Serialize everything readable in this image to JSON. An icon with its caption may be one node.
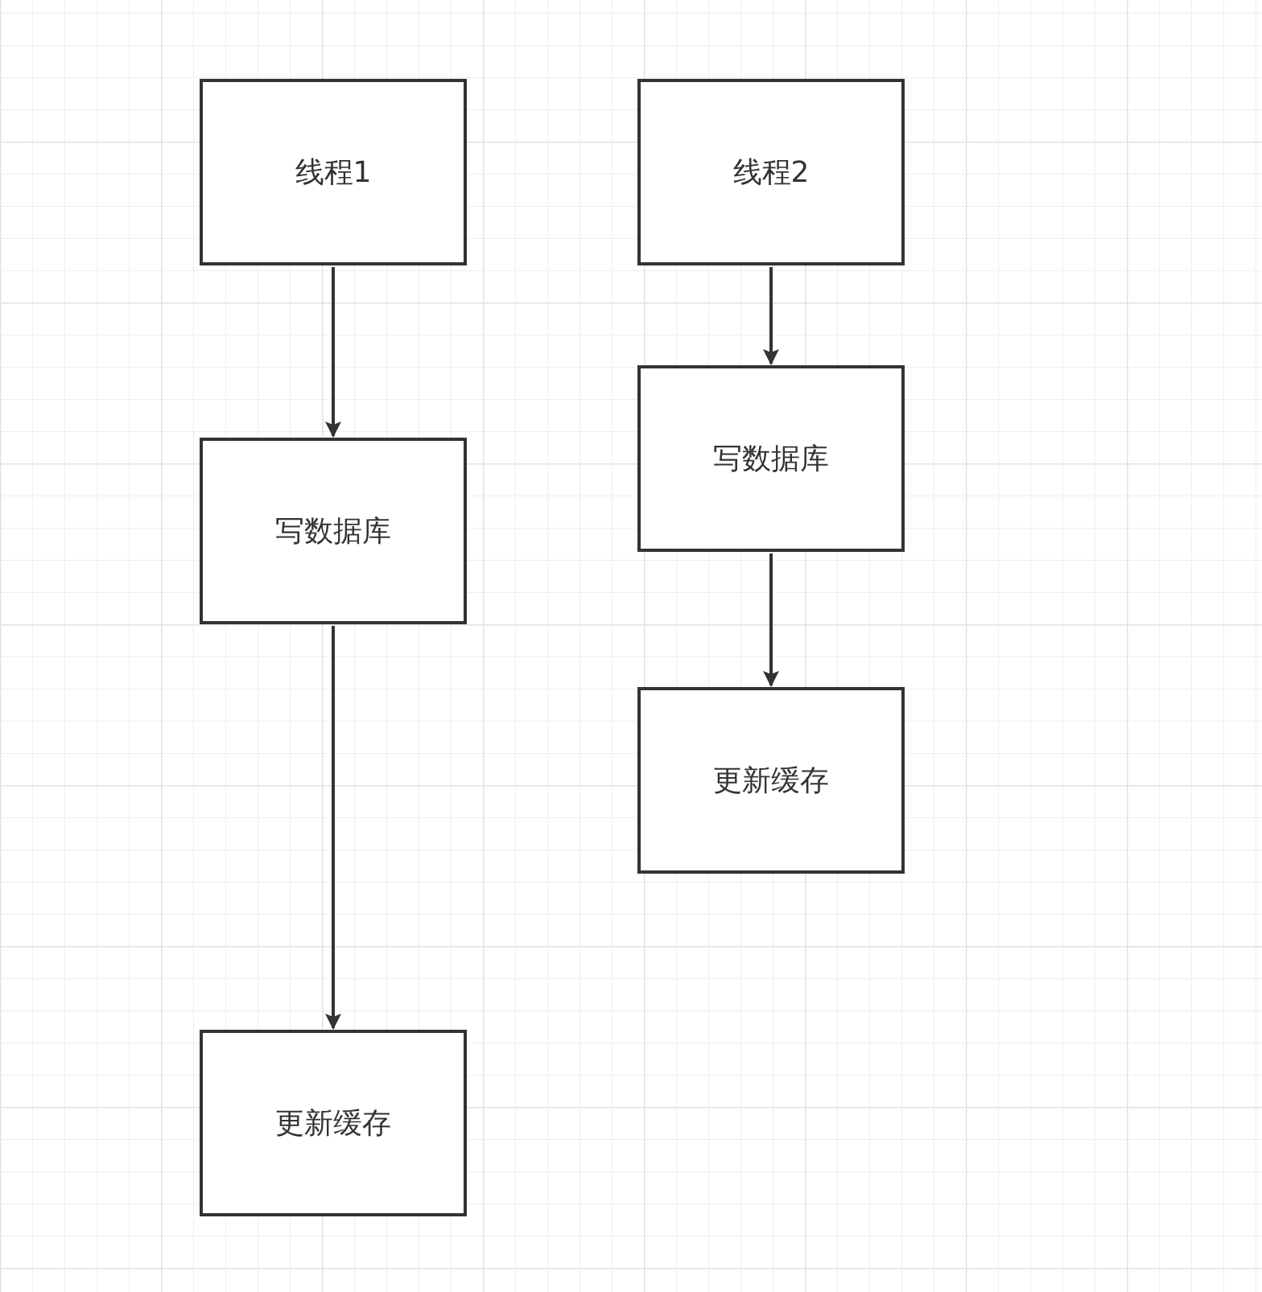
{
  "diagram": {
    "nodes": [
      {
        "text": [
          "线程1"
        ]
      },
      {
        "text": [
          "写数据库"
        ]
      },
      {
        "text": [
          "更新缓存"
        ]
      },
      {
        "text": [
          "线程2"
        ]
      },
      {
        "text": [
          "写数据库"
        ]
      },
      {
        "text": [
          "更新缓存"
        ]
      }
    ],
    "edges": [
      {
        "from": 0,
        "to": 1,
        "arrow": "to"
      },
      {
        "from": 1,
        "to": 2,
        "arrow": "to"
      },
      {
        "from": 3,
        "to": 4,
        "arrow": "to"
      },
      {
        "from": 4,
        "to": 5,
        "arrow": "to"
      }
    ]
  }
}
